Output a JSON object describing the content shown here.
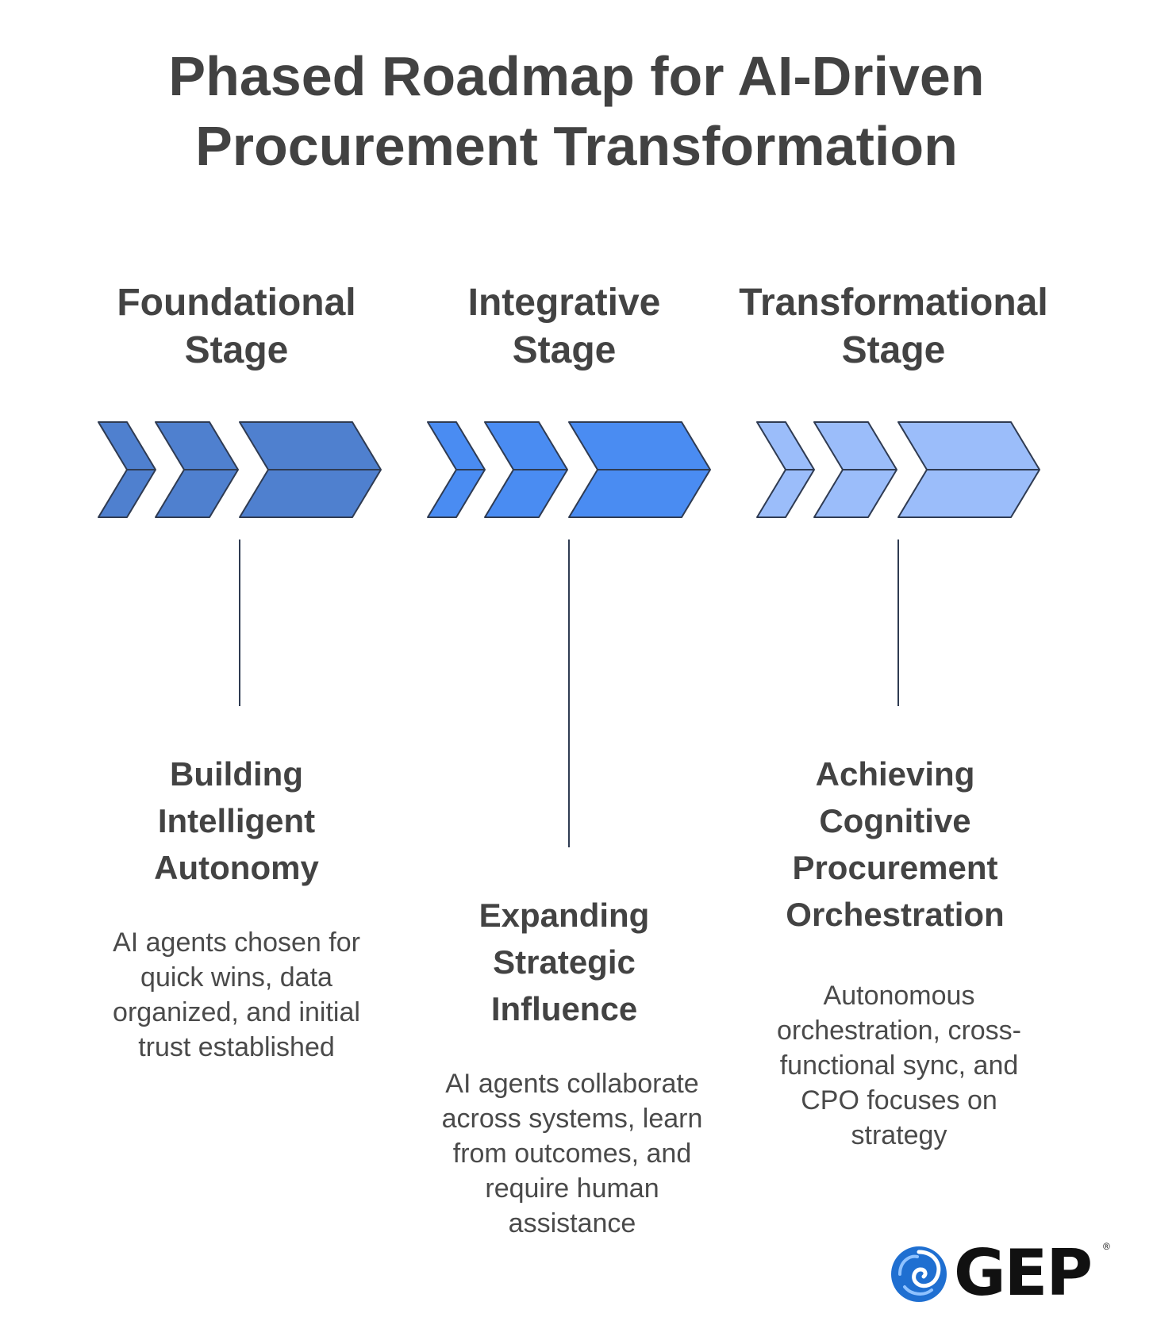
{
  "title": {
    "line1": "Phased Roadmap for AI-Driven",
    "line2": "Procurement Transformation"
  },
  "stages": [
    {
      "heading_line1": "Foundational",
      "heading_line2": "Stage",
      "subtitle_line1": "Building",
      "subtitle_line2": "Intelligent",
      "subtitle_line3": "Autonomy",
      "description": "AI agents chosen for quick wins, data organized, and initial trust established",
      "color": "#4f80cf"
    },
    {
      "heading_line1": "Integrative",
      "heading_line2": "Stage",
      "subtitle_line1": "Expanding",
      "subtitle_line2": "Strategic",
      "subtitle_line3": "Influence",
      "description": "AI agents collaborate across systems, learn from outcomes, and require human assistance",
      "color": "#4a8cf2"
    },
    {
      "heading_line1": "Transformational",
      "heading_line2": "Stage",
      "subtitle_line1": "Achieving",
      "subtitle_line2": "Cognitive",
      "subtitle_line3": "Procurement",
      "subtitle_line4": "Orchestration",
      "description": "Autonomous orchestration, cross-functional sync, and CPO focuses on strategy",
      "color": "#9bbdfa"
    }
  ],
  "logo": {
    "text": "GEP",
    "registered": "®",
    "icon": "gep-swirl-icon",
    "color": "#1f6fd1"
  }
}
